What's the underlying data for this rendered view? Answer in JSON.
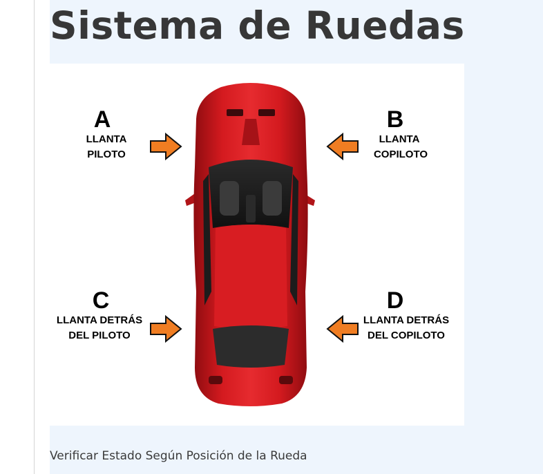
{
  "page": {
    "title": "Sistema de Ruedas",
    "caption": "Verificar Estado Según Posición de la Rueda"
  },
  "diagram": {
    "positions": [
      {
        "letter": "A",
        "line1": "LLANTA",
        "line2": "PILOTO"
      },
      {
        "letter": "B",
        "line1": "LLANTA",
        "line2": "COPILOTO"
      },
      {
        "letter": "C",
        "line1": "LLANTA DETRÁS",
        "line2": "DEL PILOTO"
      },
      {
        "letter": "D",
        "line1": "LLANTA DETRÁS",
        "line2": "DEL COPILOTO"
      }
    ]
  },
  "colors": {
    "car_body": "#c8161b",
    "arrow": "#f07d22",
    "panel_bg": "#eef5fd"
  }
}
